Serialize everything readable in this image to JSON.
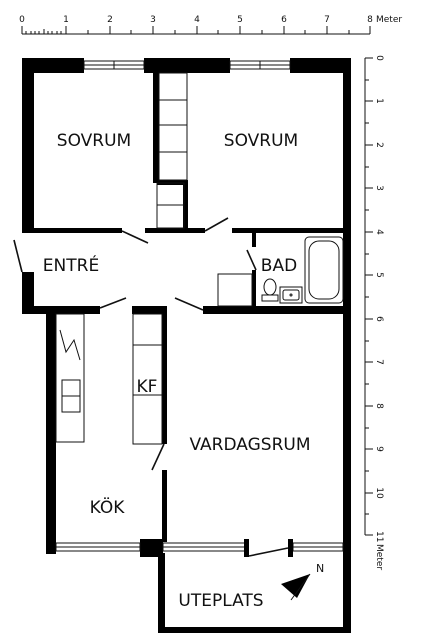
{
  "scale_top": {
    "ticks": [
      "0",
      "1",
      "2",
      "3",
      "4",
      "5",
      "6",
      "7",
      "8"
    ],
    "unit": "Meter"
  },
  "scale_right": {
    "ticks": [
      "0",
      "1",
      "2",
      "3",
      "4",
      "5",
      "6",
      "7",
      "8",
      "9",
      "10",
      "11"
    ],
    "unit": "Meter"
  },
  "rooms": {
    "bedroom_left": "SOVRUM",
    "bedroom_right": "SOVRUM",
    "entrance": "ENTRÉ",
    "bathroom": "BAD",
    "kitchen_cabinet": "KF",
    "living_room": "VARDAGSRUM",
    "kitchen": "KÖK",
    "patio": "UTEPLATS"
  },
  "compass": {
    "north": "N"
  },
  "colors": {
    "wall": "#000000",
    "line": "#111111",
    "background": "#ffffff"
  }
}
